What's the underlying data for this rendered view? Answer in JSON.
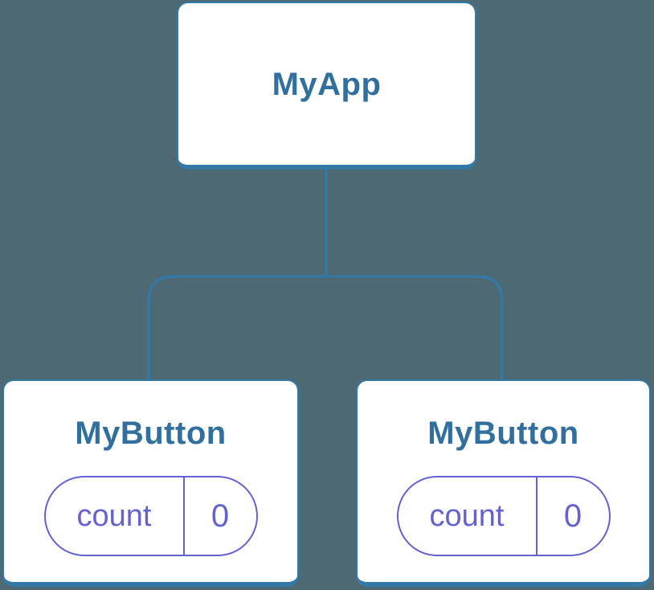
{
  "colors": {
    "background": "#4d6973",
    "node-border": "#3478a6",
    "node-bg": "#ffffff",
    "node-title": "#316f9e",
    "pill": "#6462d1"
  },
  "tree": {
    "root": {
      "label": "MyApp"
    },
    "children": [
      {
        "label": "MyButton",
        "state": {
          "name": "count",
          "value": "0"
        }
      },
      {
        "label": "MyButton",
        "state": {
          "name": "count",
          "value": "0"
        }
      }
    ]
  }
}
